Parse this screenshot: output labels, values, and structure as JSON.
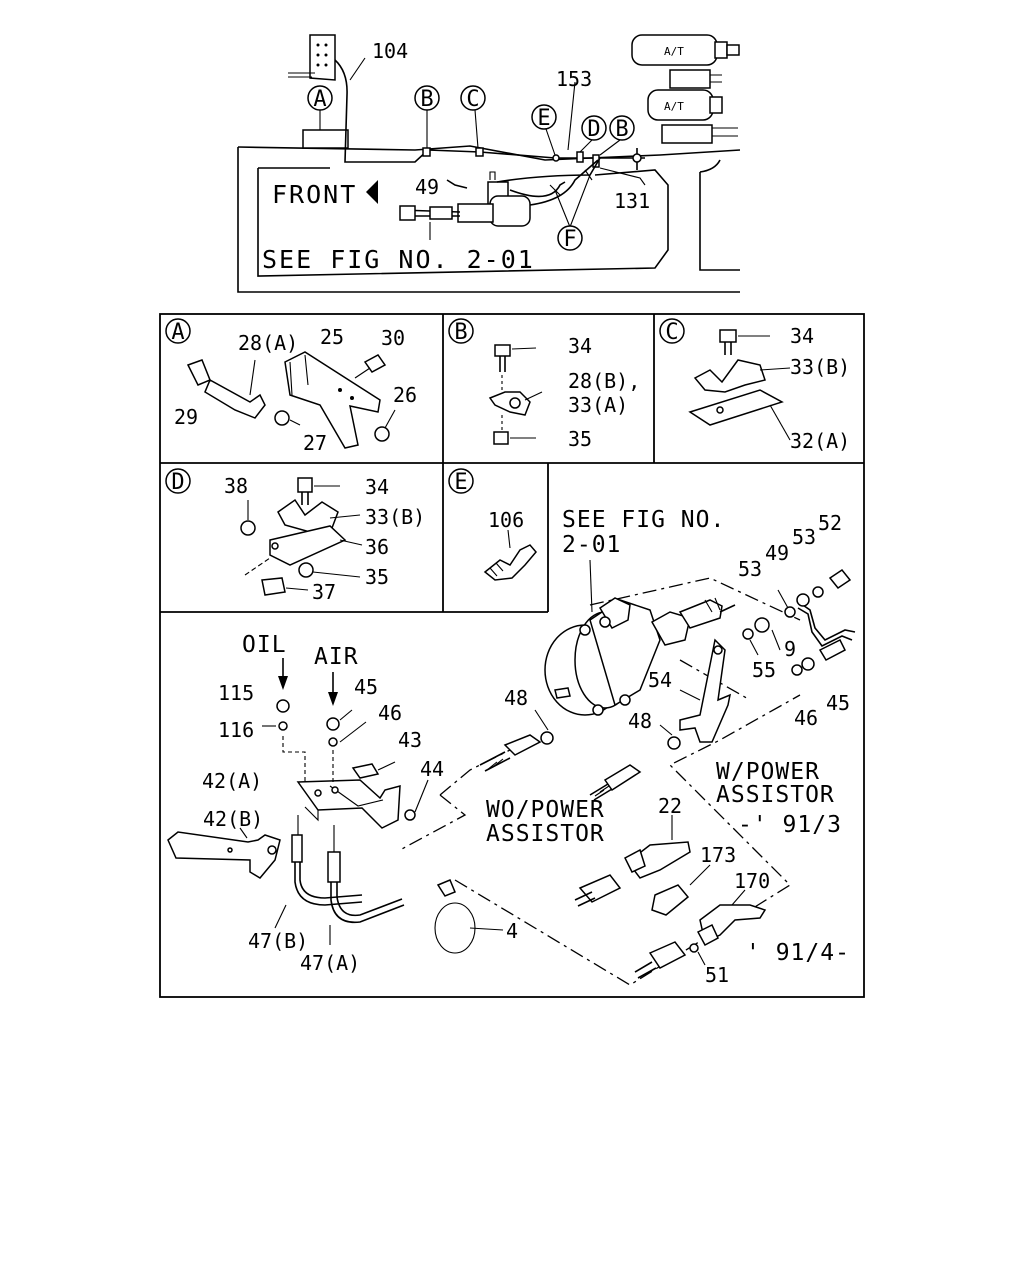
{
  "overview": {
    "front_label": "FRONT",
    "see_fig": "SEE FIG NO. 2-01",
    "at_label": "A/T",
    "callouts": {
      "A": "A",
      "B": "B",
      "C": "C",
      "D": "D",
      "E": "E",
      "F": "F"
    },
    "part_numbers": {
      "p104": "104",
      "p153": "153",
      "p49": "49",
      "p131": "131"
    }
  },
  "detail_a": {
    "letter": "A",
    "labels": {
      "p28a": "28(A)",
      "p25": "25",
      "p30": "30",
      "p29": "29",
      "p26": "26",
      "p27": "27"
    }
  },
  "detail_b": {
    "letter": "B",
    "labels": {
      "p34": "34",
      "p28b": "28(B),",
      "p33a": "33(A)",
      "p35": "35"
    }
  },
  "detail_c": {
    "letter": "C",
    "labels": {
      "p34": "34",
      "p33b": "33(B)",
      "p32a": "32(A)"
    }
  },
  "detail_d": {
    "letter": "D",
    "labels": {
      "p38": "38",
      "p34": "34",
      "p33b": "33(B)",
      "p36": "36",
      "p35": "35",
      "p37": "37"
    }
  },
  "detail_e": {
    "letter": "E",
    "labels": {
      "p106": "106"
    }
  },
  "main": {
    "see_fig_line1": "SEE FIG NO.",
    "see_fig_line2": "2-01",
    "oil_label": "OIL",
    "air_label": "AIR",
    "w_power_line1": "W/POWER",
    "w_power_line2": "ASSISTOR",
    "w_power_line3": "-' 91/3",
    "wo_power_line1": "WO/POWER",
    "wo_power_line2": "ASSISTOR",
    "date_label": "' 91/4-",
    "labels": {
      "p52": "52",
      "p53a": "53",
      "p53b": "53",
      "p49": "49",
      "p9": "9",
      "p55": "55",
      "p54": "54",
      "p46a": "46",
      "p45a": "45",
      "p48a": "48",
      "p48b": "48",
      "p115": "115",
      "p116": "116",
      "p45b": "45",
      "p46b": "46",
      "p43": "43",
      "p42a": "42(A)",
      "p44": "44",
      "p42b": "42(B)",
      "p22": "22",
      "p173": "173",
      "p170": "170",
      "p4": "4",
      "p47b": "47(B)",
      "p47a": "47(A)",
      "p51": "51"
    }
  }
}
